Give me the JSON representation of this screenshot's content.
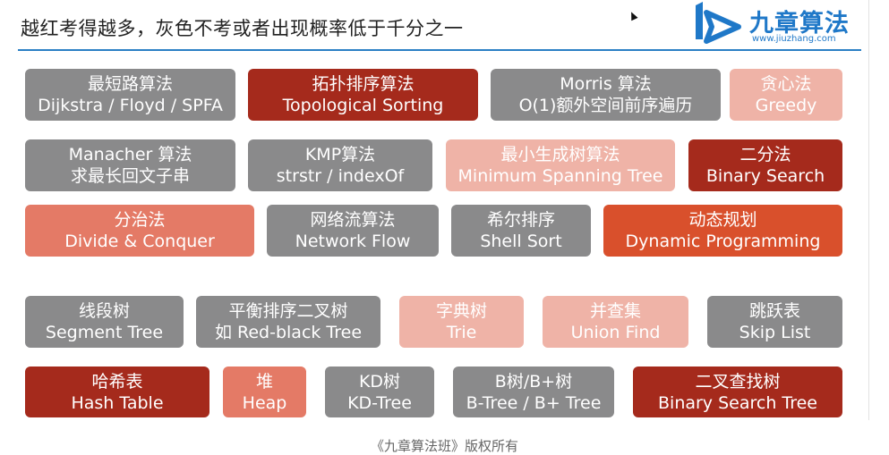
{
  "header": {
    "title": "越红考得越多，灰色不考或者出现概率低于千分之一",
    "logo_text": "九章算法",
    "logo_url": "www.jiuzhang.com"
  },
  "colors": {
    "gray": "#8a8a8b",
    "dark_red": "#a52a1c",
    "light_pink": "#efb3a7",
    "salmon": "#e47a66",
    "orange_red": "#d9502c",
    "accent_blue": "#1f78c8"
  },
  "boxes": [
    {
      "zh": "最短路算法",
      "en": "Dijkstra / Floyd / SPFA",
      "color": "gray"
    },
    {
      "zh": "拓扑排序算法",
      "en": "Topological Sorting",
      "color": "dark_red"
    },
    {
      "zh": "Morris 算法",
      "en": "O(1)额外空间前序遍历",
      "color": "gray"
    },
    {
      "zh": "贪心法",
      "en": "Greedy",
      "color": "light_pink"
    },
    {
      "zh": "Manacher 算法",
      "en": "求最长回文子串",
      "color": "gray"
    },
    {
      "zh": "KMP算法",
      "en": "strstr / indexOf",
      "color": "gray"
    },
    {
      "zh": "最小生成树算法",
      "en": "Minimum Spanning Tree",
      "color": "light_pink"
    },
    {
      "zh": "二分法",
      "en": "Binary Search",
      "color": "dark_red"
    },
    {
      "zh": "分治法",
      "en": "Divide & Conquer",
      "color": "salmon"
    },
    {
      "zh": "网络流算法",
      "en": "Network Flow",
      "color": "gray"
    },
    {
      "zh": "希尔排序",
      "en": "Shell Sort",
      "color": "gray"
    },
    {
      "zh": "动态规划",
      "en": "Dynamic Programming",
      "color": "orange_red"
    },
    {
      "zh": "线段树",
      "en": "Segment Tree",
      "color": "gray"
    },
    {
      "zh": "平衡排序二叉树",
      "en": "如 Red-black Tree",
      "color": "gray"
    },
    {
      "zh": "字典树",
      "en": "Trie",
      "color": "light_pink"
    },
    {
      "zh": "并查集",
      "en": "Union Find",
      "color": "light_pink"
    },
    {
      "zh": "跳跃表",
      "en": "Skip List",
      "color": "gray"
    },
    {
      "zh": "哈希表",
      "en": "Hash Table",
      "color": "dark_red"
    },
    {
      "zh": "堆",
      "en": "Heap",
      "color": "salmon"
    },
    {
      "zh": "KD树",
      "en": "KD-Tree",
      "color": "gray"
    },
    {
      "zh": "B树/B+树",
      "en": "B-Tree / B+ Tree",
      "color": "gray"
    },
    {
      "zh": "二叉查找树",
      "en": "Binary Search Tree",
      "color": "dark_red"
    }
  ],
  "footer": "《九章算法班》版权所有"
}
